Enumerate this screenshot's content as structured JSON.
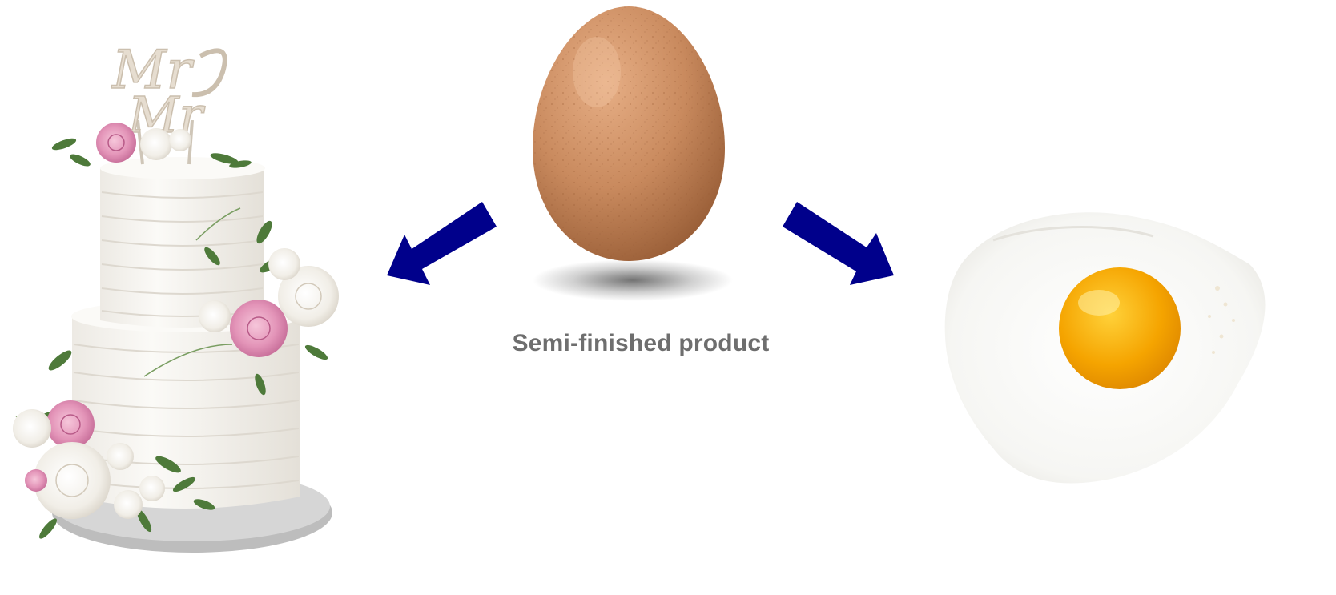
{
  "caption": {
    "text": "Semi-finished product"
  },
  "images": {
    "center": "brown-egg",
    "left": "wedding-cake",
    "right": "fried-egg"
  },
  "colors": {
    "arrow": "#00008B",
    "caption_text": "#6E6E6E",
    "egg_shell": "#C98A5E",
    "yolk": "#F5A400",
    "frosting": "#F7F5F1",
    "rose_pink": "#E394B8",
    "leaf_green": "#4E7A3A",
    "cake_board": "#BDBDBD"
  },
  "topper": {
    "text": "Mr Mr"
  }
}
